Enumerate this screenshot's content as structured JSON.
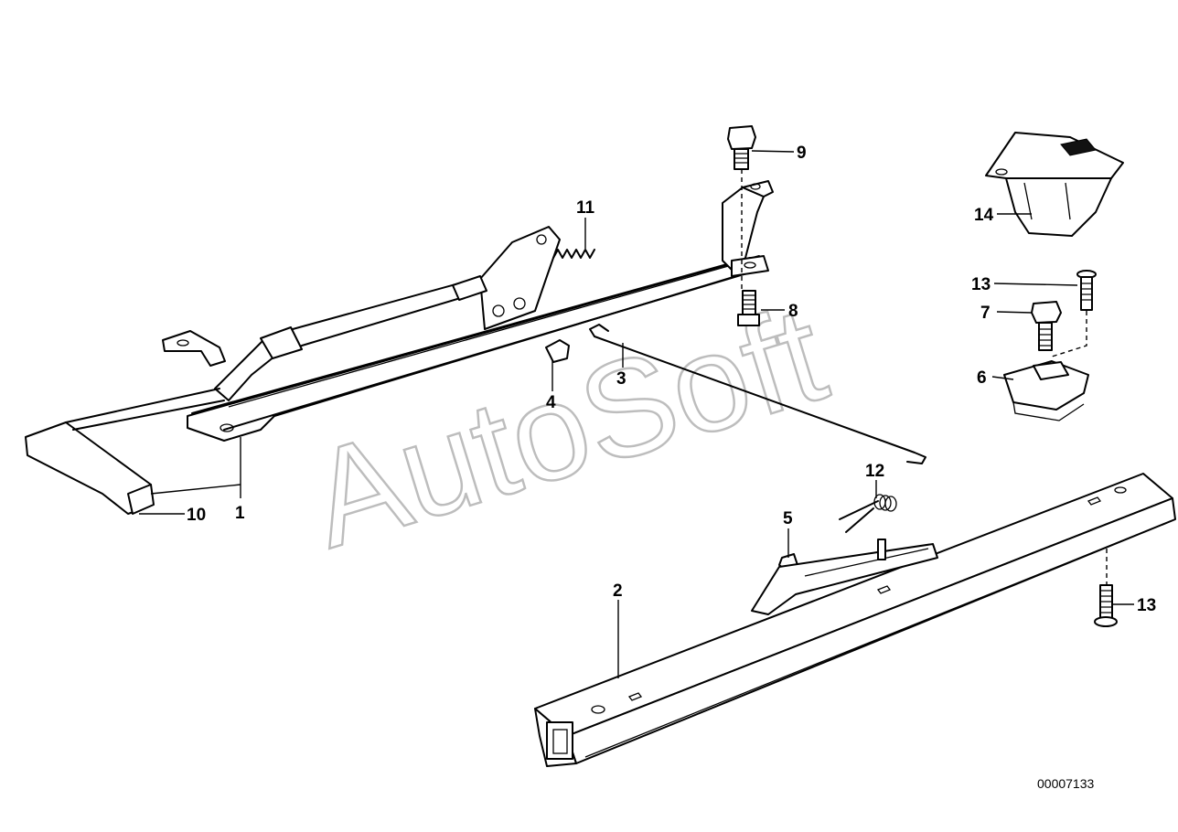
{
  "watermark": "AutoSoft",
  "document_number": "00007133",
  "callouts": {
    "c1": "1",
    "c2": "2",
    "c3": "3",
    "c4": "4",
    "c5": "5",
    "c6": "6",
    "c7": "7",
    "c8": "8",
    "c9": "9",
    "c10": "10",
    "c11": "11",
    "c12": "12",
    "c13a": "13",
    "c13b": "13",
    "c14": "14"
  }
}
